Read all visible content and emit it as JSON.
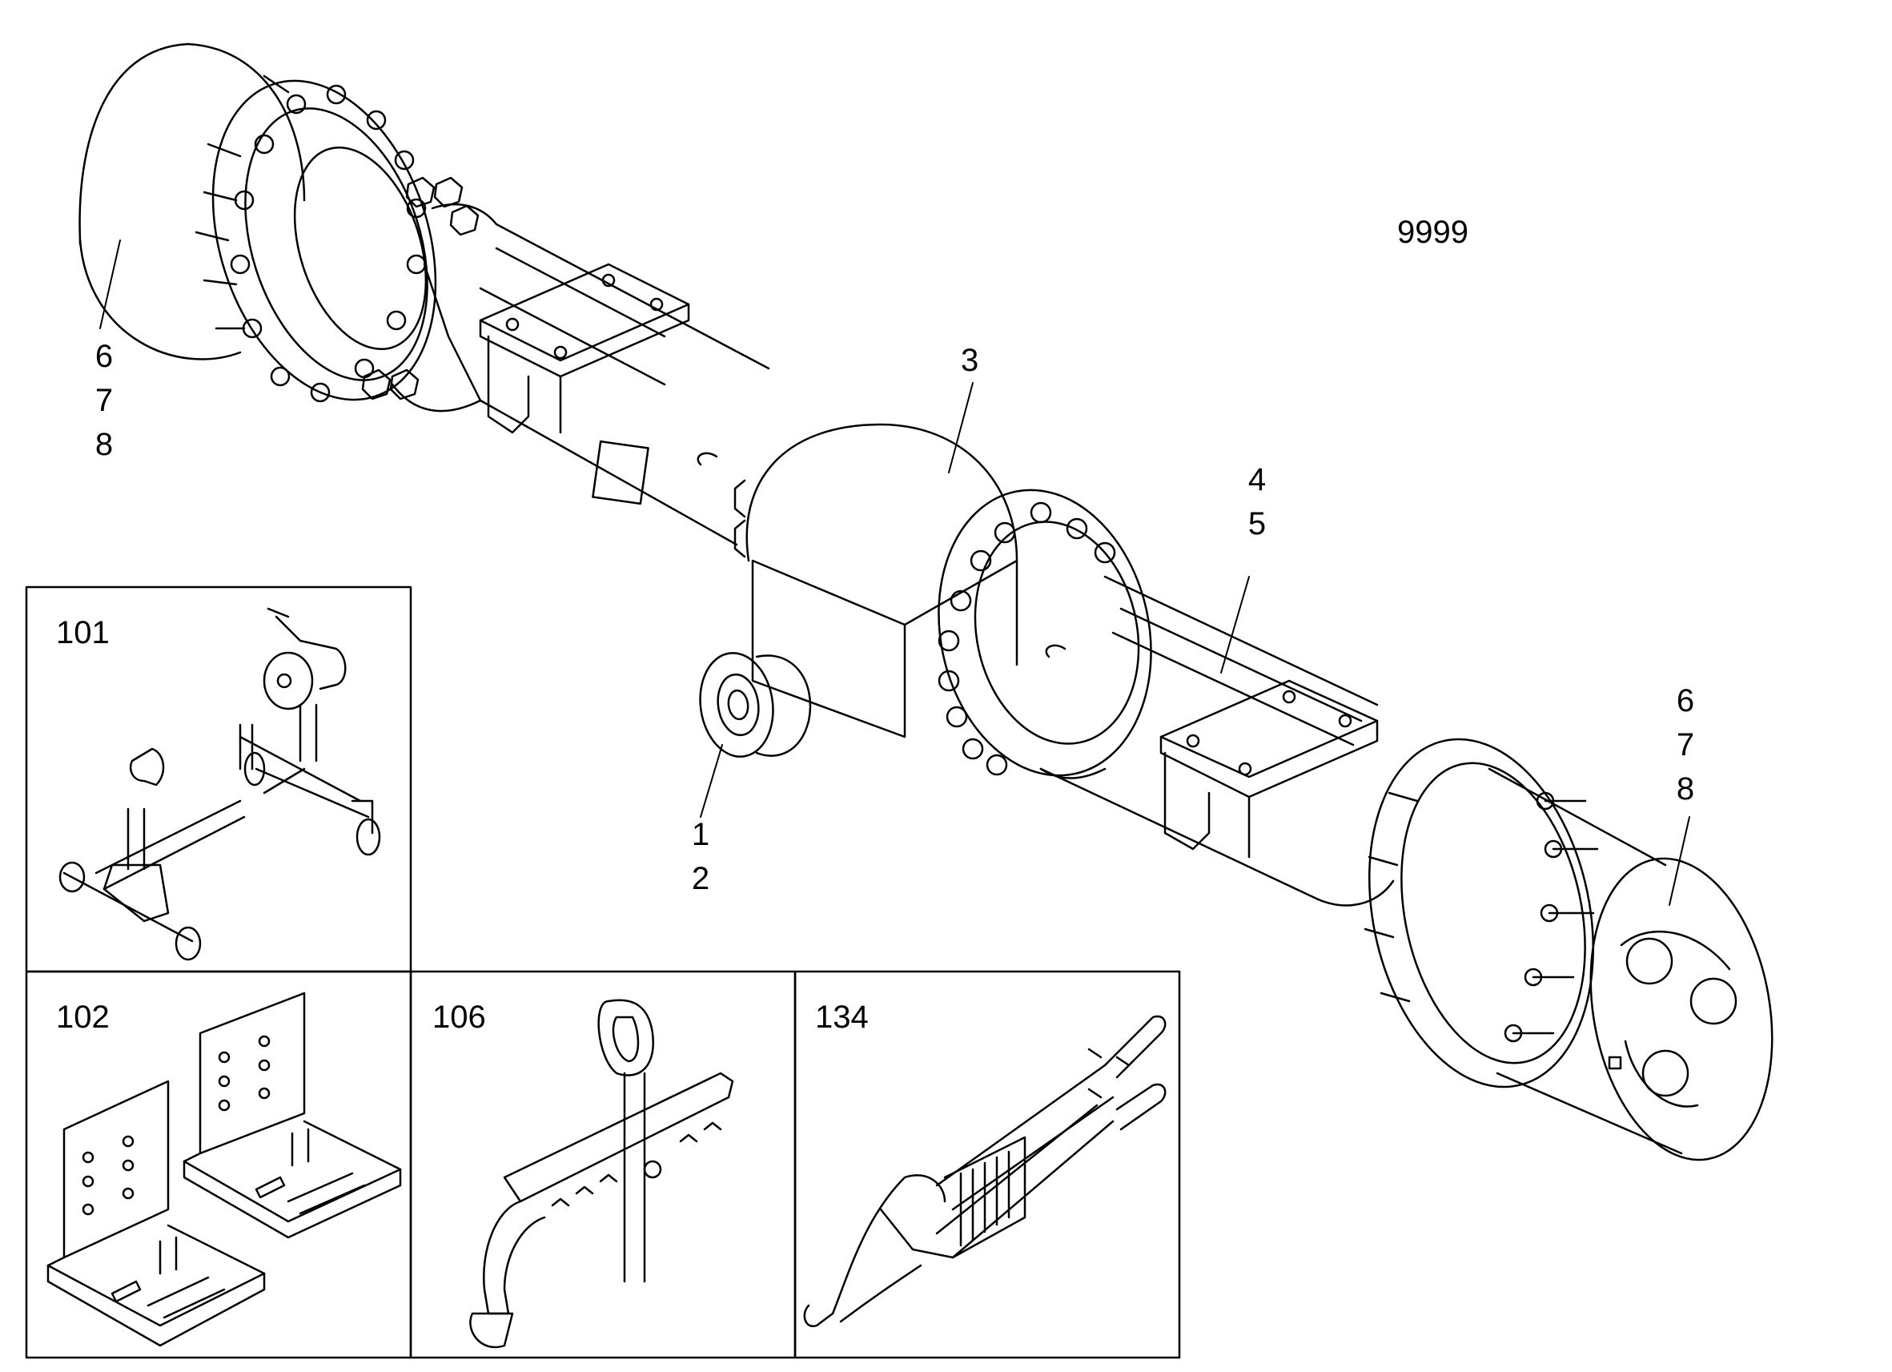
{
  "diagram_code": "9999",
  "callouts": {
    "left_hub": [
      "6",
      "7",
      "8"
    ],
    "center_housing": "3",
    "right_arm": [
      "4",
      "5"
    ],
    "pinion_flange": [
      "1",
      "2"
    ],
    "right_hub": [
      "6",
      "7",
      "8"
    ]
  },
  "tool_boxes": [
    {
      "id": "101",
      "depicts": "stand"
    },
    {
      "id": "102",
      "depicts": "brackets"
    },
    {
      "id": "106",
      "depicts": "puller"
    },
    {
      "id": "134",
      "depicts": "pliers"
    }
  ]
}
